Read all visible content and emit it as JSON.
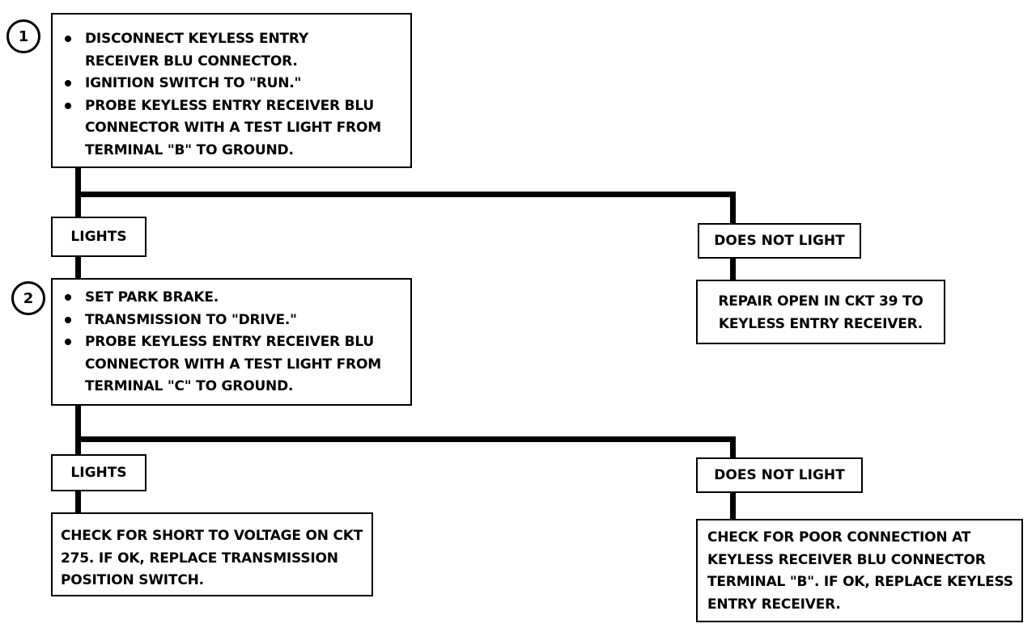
{
  "step1": {
    "number": "1",
    "bullets": [
      "DISCONNECT KEYLESS ENTRY RECEIVER BLU CONNECTOR.",
      "IGNITION SWITCH TO \"RUN.\"",
      "PROBE KEYLESS ENTRY RECEIVER BLU CONNECTOR WITH A TEST LIGHT FROM TERMINAL \"B\" TO GROUND."
    ]
  },
  "branch1": {
    "lights": "LIGHTS",
    "does_not_light": "DOES NOT LIGHT",
    "dnl_result": "REPAIR OPEN IN CKT 39 TO KEYLESS ENTRY RECEIVER."
  },
  "step2": {
    "number": "2",
    "bullets": [
      "SET PARK BRAKE.",
      "TRANSMISSION TO \"DRIVE.\"",
      "PROBE KEYLESS ENTRY RECEIVER BLU CONNECTOR WITH A TEST LIGHT FROM TERMINAL \"C\" TO GROUND."
    ]
  },
  "branch2": {
    "lights": "LIGHTS",
    "lights_result": "CHECK FOR SHORT TO VOLTAGE ON CKT 275.  IF OK, REPLACE TRANSMISSION POSITION SWITCH.",
    "does_not_light": "DOES NOT LIGHT",
    "dnl_result": "CHECK FOR POOR CONNECTION AT KEYLESS RECEIVER BLU CONNECTOR TERMINAL \"B\".  IF OK, REPLACE KEYLESS ENTRY RECEIVER."
  }
}
